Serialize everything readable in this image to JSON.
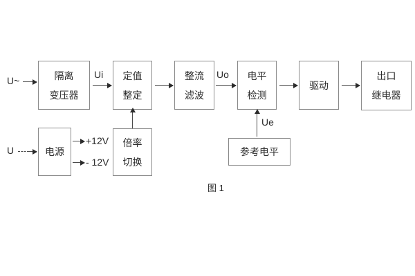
{
  "figure": {
    "caption": "图 1",
    "blocks": [
      {
        "id": "isolation-transformer",
        "lines": [
          "隔离",
          "变压器"
        ]
      },
      {
        "id": "setting-value",
        "lines": [
          "定值",
          "整定"
        ]
      },
      {
        "id": "rectify-filter",
        "lines": [
          "整流",
          "滤波"
        ]
      },
      {
        "id": "level-detection",
        "lines": [
          "电平",
          "检测"
        ]
      },
      {
        "id": "drive",
        "lines": [
          "驱动"
        ]
      },
      {
        "id": "output-relay",
        "lines": [
          "出口",
          "继电器"
        ]
      },
      {
        "id": "power-supply",
        "lines": [
          "电源"
        ]
      },
      {
        "id": "multiplier-switch",
        "lines": [
          "倍率",
          "切换"
        ]
      },
      {
        "id": "reference-level",
        "lines": [
          "参考电平"
        ]
      }
    ],
    "signals": {
      "ac_input": "U~",
      "dc_input": "U",
      "ui": "Ui",
      "uo": "Uo",
      "ue": "Ue",
      "rail_positive": "+12V",
      "rail_negative": "- 12V"
    }
  },
  "colors": {
    "box_border": "#8a8a8a",
    "text": "#2b2b2b",
    "connector": "#4a4a4a",
    "background": "#ffffff"
  }
}
